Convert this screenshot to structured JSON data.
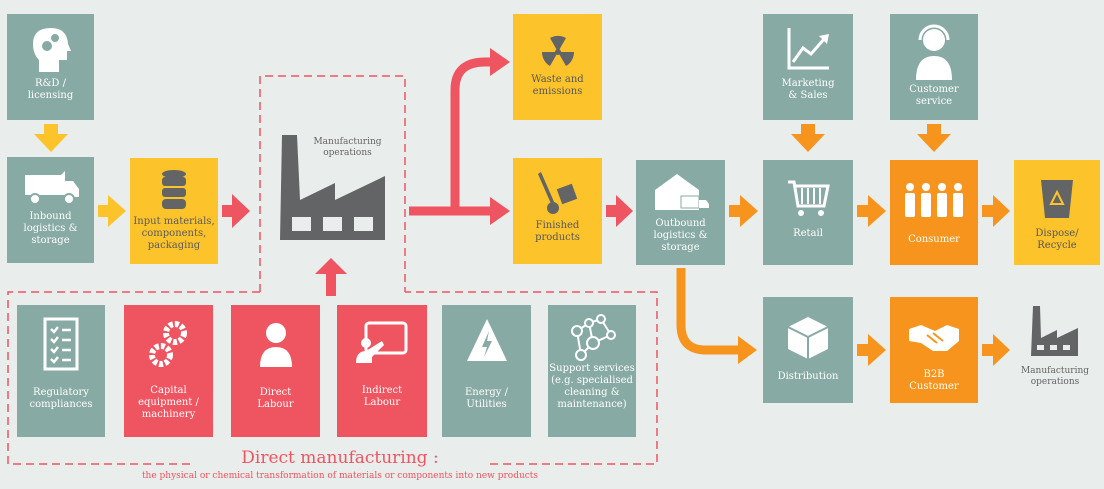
{
  "colors": {
    "background": "#e9edeb",
    "teal": "#88aaa4",
    "yellow": "#fcc42a",
    "red": "#ef5461",
    "orange": "#f7941d",
    "dark": "#636466"
  },
  "nodes": {
    "rnd": {
      "label": "R&D / licensing",
      "icon": "head-gears-icon"
    },
    "inbound": {
      "label": "Inbound logistics & storage",
      "icon": "truck-icon"
    },
    "input": {
      "label": "Input materials, components, packaging",
      "icon": "database-icon"
    },
    "manufacturing": {
      "label": "Manufacturing operations",
      "icon": "factory-icon"
    },
    "waste": {
      "label": "Waste and emissions",
      "icon": "radiation-icon"
    },
    "finished": {
      "label": "Finished products",
      "icon": "hand-truck-icon"
    },
    "outbound": {
      "label": "Outbound logistics & storage",
      "icon": "warehouse-truck-icon"
    },
    "marketing": {
      "label": "Marketing & Sales",
      "icon": "chart-up-icon"
    },
    "retail": {
      "label": "Retail",
      "icon": "cart-icon"
    },
    "customer_service": {
      "label": "Customer service",
      "icon": "headset-icon"
    },
    "consumer": {
      "label": "Consumer",
      "icon": "people-icon"
    },
    "dispose": {
      "label": "Dispose/ Recycle",
      "icon": "recycle-bin-icon"
    },
    "distribution": {
      "label": "Distribution",
      "icon": "box-icon"
    },
    "b2b": {
      "label": "B2B Customer",
      "icon": "handshake-icon"
    },
    "manufacturing_end": {
      "label": "Manufacturing operations",
      "icon": "factory-icon"
    }
  },
  "inputs": [
    {
      "label": "Regulatory compliances",
      "icon": "checklist-icon"
    },
    {
      "label": "Capital equipment / machinery",
      "icon": "gears-icon"
    },
    {
      "label": "Direct Labour",
      "icon": "person-icon"
    },
    {
      "label": "Indirect Labour",
      "icon": "presenter-icon"
    },
    {
      "label": "Energy / Utilities",
      "icon": "lightning-icon"
    },
    {
      "label": "Support services (e.g. specialised cleaning & maintenance)",
      "icon": "network-icon"
    }
  ],
  "direct_manufacturing": {
    "title": "Direct manufacturing :",
    "subtitle": "the physical or chemical transformation of materials or components into new products"
  }
}
